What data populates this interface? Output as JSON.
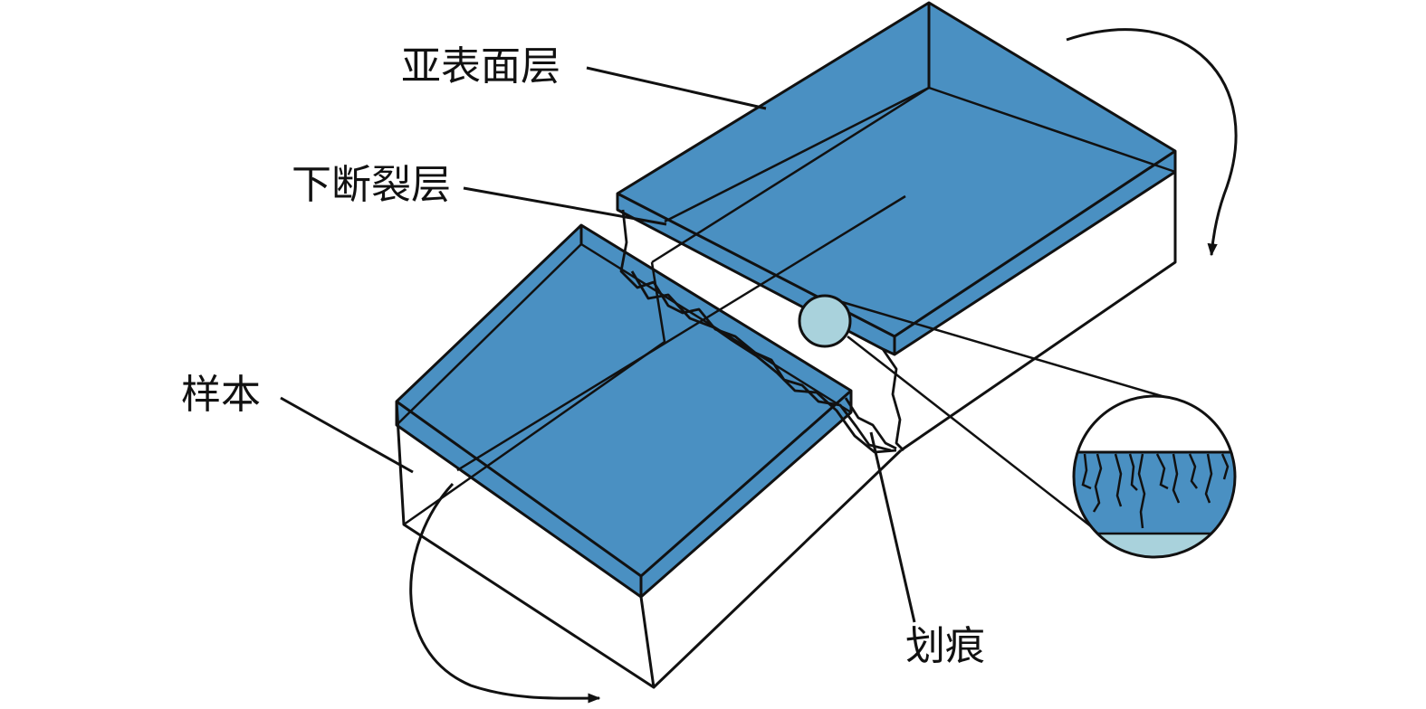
{
  "labels": {
    "subsurface_layer": "亚表面层",
    "fracture_layer": "下断裂层",
    "sample": "样本",
    "scratch": "划痕"
  },
  "colors": {
    "blue_fill": "#4a90c2",
    "light_fill": "#a9d2dc",
    "stroke": "#111111",
    "background": "#ffffff"
  }
}
